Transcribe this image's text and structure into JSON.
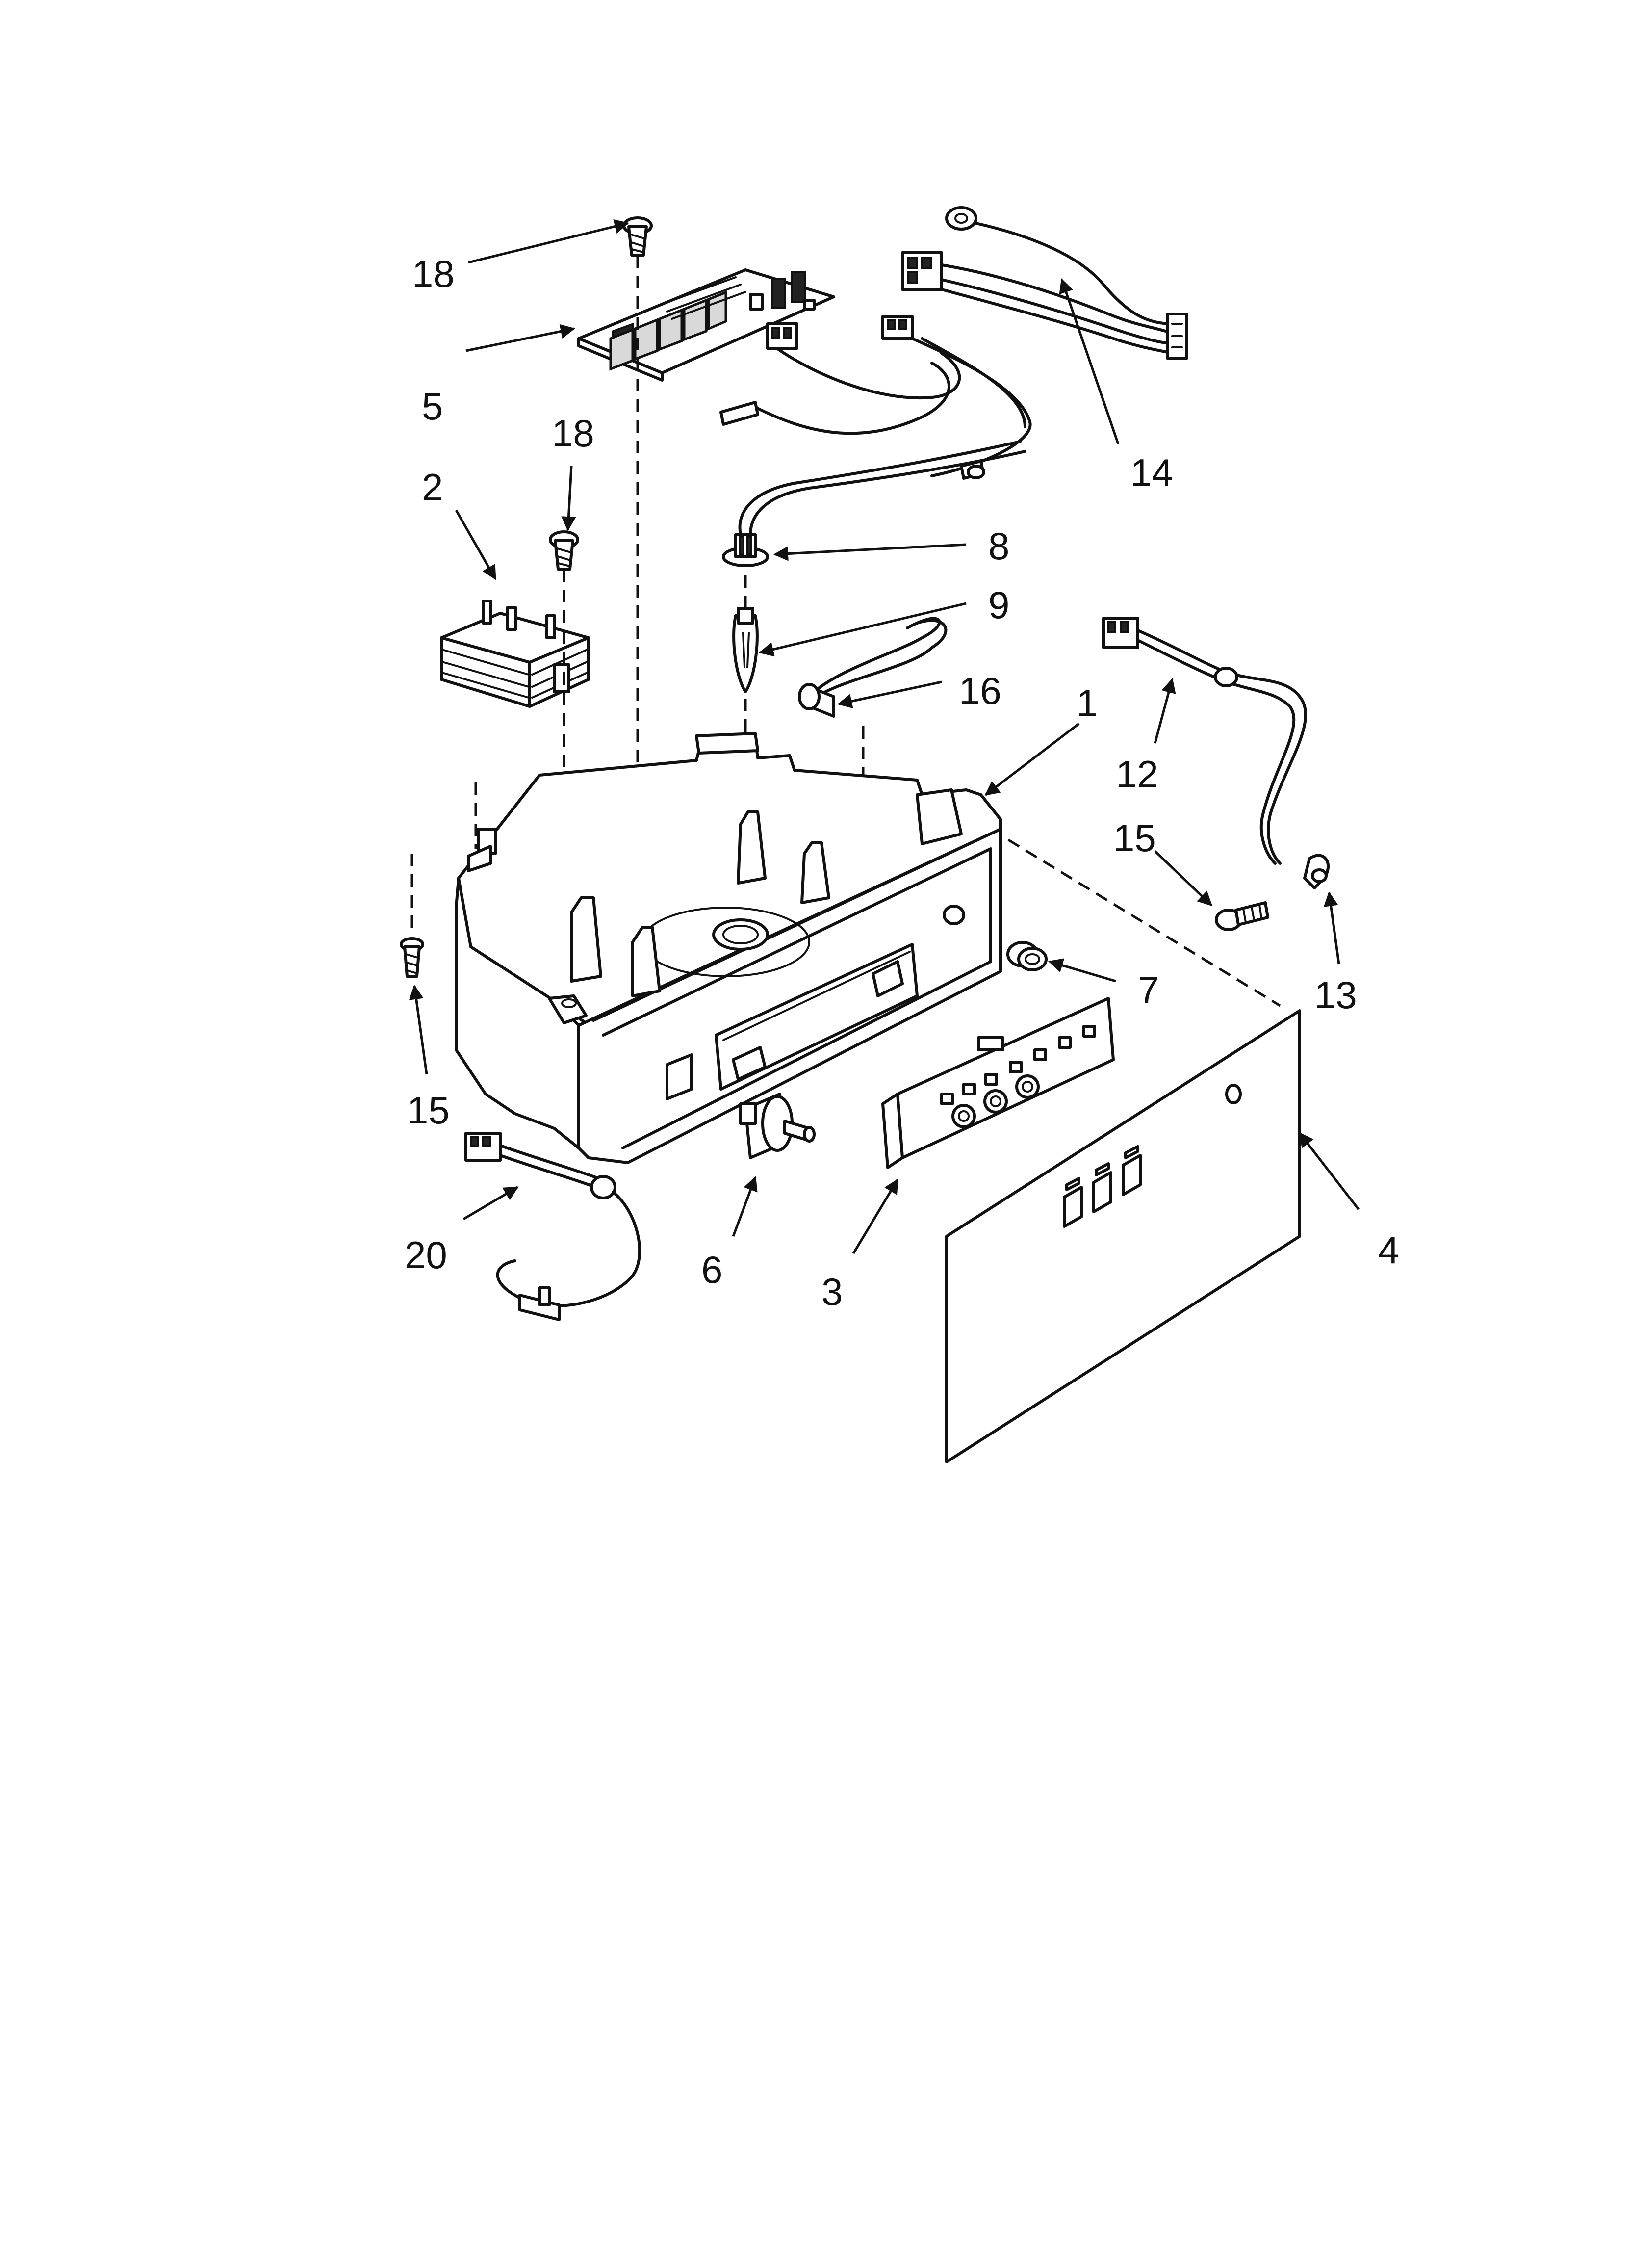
{
  "callouts": [
    {
      "id": "c18a",
      "text": "18"
    },
    {
      "id": "c5",
      "text": "5"
    },
    {
      "id": "c18b",
      "text": "18"
    },
    {
      "id": "c2",
      "text": "2"
    },
    {
      "id": "c14",
      "text": "14"
    },
    {
      "id": "c8",
      "text": "8"
    },
    {
      "id": "c9",
      "text": "9"
    },
    {
      "id": "c16",
      "text": "16"
    },
    {
      "id": "c1",
      "text": "1"
    },
    {
      "id": "c12",
      "text": "12"
    },
    {
      "id": "c15a",
      "text": "15"
    },
    {
      "id": "c13",
      "text": "13"
    },
    {
      "id": "c7",
      "text": "7"
    },
    {
      "id": "c15b",
      "text": "15"
    },
    {
      "id": "c20",
      "text": "20"
    },
    {
      "id": "c6",
      "text": "6"
    },
    {
      "id": "c3",
      "text": "3"
    },
    {
      "id": "c4",
      "text": "4"
    }
  ]
}
